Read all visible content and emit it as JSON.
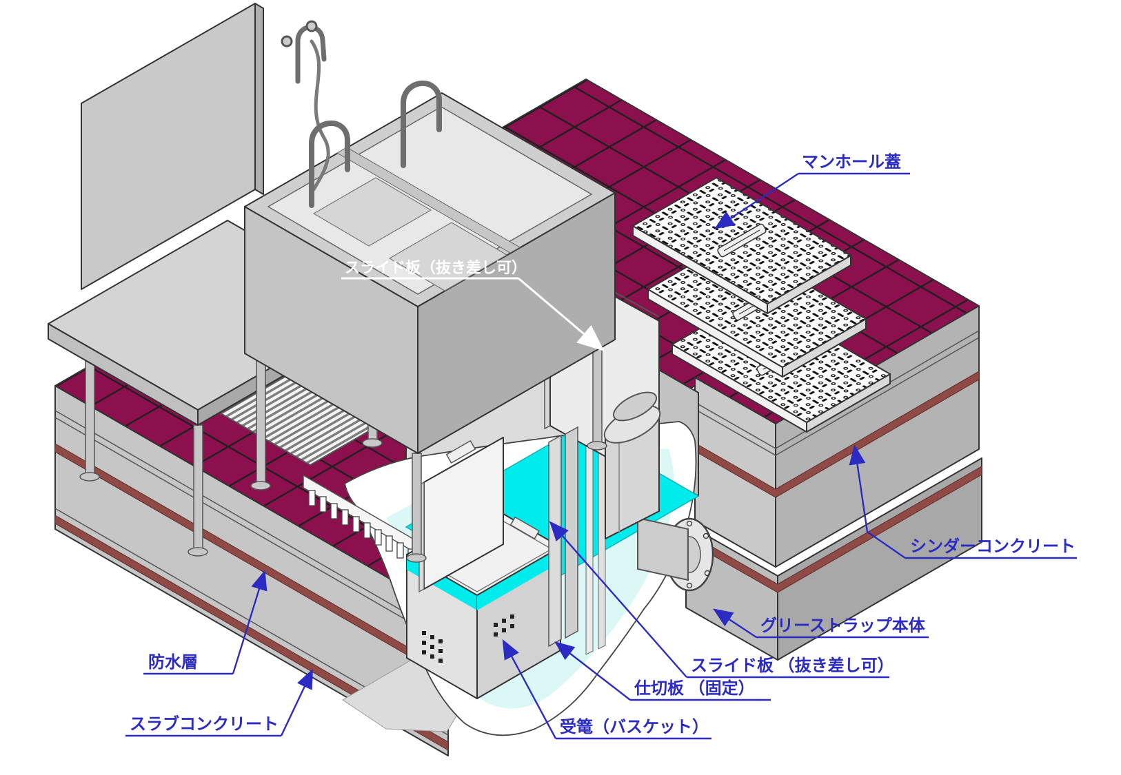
{
  "diagram": {
    "labels": {
      "manhole_cover": "マンホール蓋",
      "slide_plate_white": "スライド板（抜き差し可）",
      "cinder_concrete": "シンダーコンクリート",
      "grease_trap_body": "グリーストラップ本体",
      "slide_plate": "スライド板 （抜き差し可）",
      "partition_plate": "仕切板 （固定）",
      "basket": "受篭（バスケット）",
      "waterproof_layer": "防水層",
      "slab_concrete": "スラブコンクリート"
    },
    "colors": {
      "tile": "#8C104D",
      "tile_joint": "#1F1F1F",
      "concrete": "#C6C6C6",
      "concrete_dark": "#B3B3B3",
      "waterproof_stripe": "#8F4A45",
      "water": "#00EBEB",
      "water_pale": "#DCF8F6",
      "label_blue": "#2B2BC4",
      "callout_white": "#FFFFFF"
    }
  }
}
